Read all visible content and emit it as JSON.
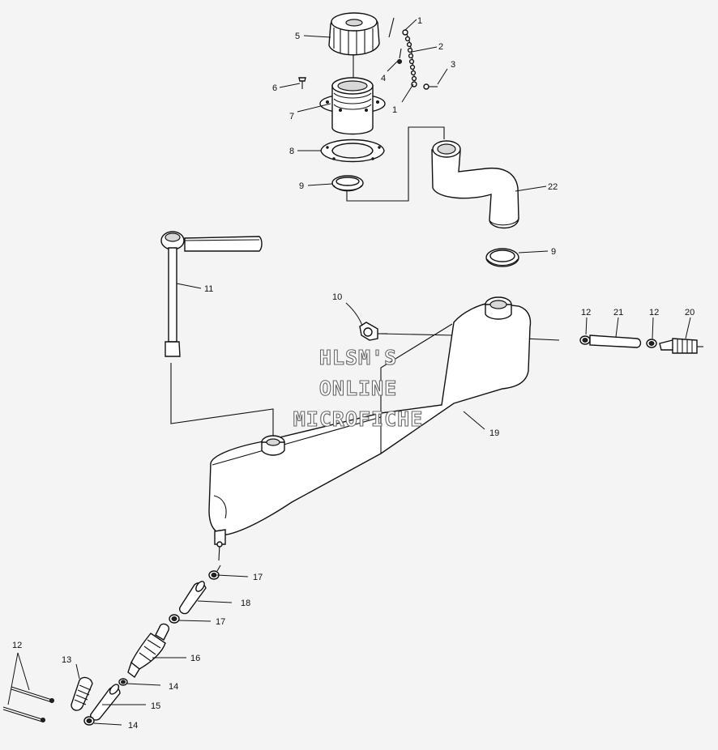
{
  "watermark": {
    "line1": "HLSM'S",
    "line2": "ONLINE",
    "line3": "MICROFICHE"
  },
  "callouts": {
    "c1a": "1",
    "c1b": "1",
    "c2": "2",
    "c3": "3",
    "c4": "4",
    "c5": "5",
    "c6": "6",
    "c7": "7",
    "c8": "8",
    "c9a": "9",
    "c9b": "9",
    "c10": "10",
    "c11": "11",
    "c12a": "12",
    "c12b": "12",
    "c12c": "12",
    "c13": "13",
    "c14a": "14",
    "c14b": "14",
    "c15": "15",
    "c16": "16",
    "c17a": "17",
    "c17b": "17",
    "c18": "18",
    "c19": "19",
    "c20": "20",
    "c21": "21",
    "c22": "22"
  }
}
